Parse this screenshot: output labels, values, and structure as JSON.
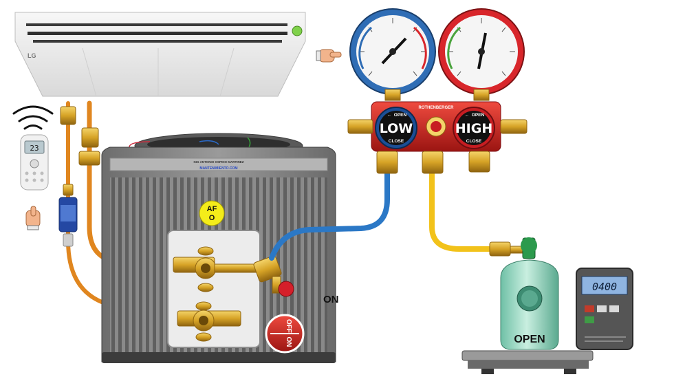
{
  "indoor_unit": {
    "brand": "LG"
  },
  "remote": {
    "display": "23"
  },
  "outdoor_unit": {
    "maker_line1": "ING ANTONIO OSPINO MARTINEZ",
    "maker_line2": "MANTENIMIENTO.COM"
  },
  "af_badge": {
    "line1": "AF",
    "line2": "O"
  },
  "manifold": {
    "brand": "ROTHENBERGER",
    "low": {
      "label": "LOW",
      "open": "OPEN",
      "close": "CLOSE"
    },
    "high": {
      "label": "HIGH",
      "open": "OPEN",
      "close": "CLOSE"
    }
  },
  "valve_state": {
    "on_label": "ON",
    "switch_off": "OFF",
    "switch_on": "ON"
  },
  "tank": {
    "label": "OPEN"
  },
  "scale": {
    "display": "0400"
  },
  "colors": {
    "low_gauge": "#2f6db5",
    "high_gauge": "#d8262b",
    "manifold_body": "#c8231f",
    "hose_blue": "#2b78c6",
    "hose_yellow": "#f2c21a",
    "copper_line": "#e0861f",
    "tank": "#9fd9c4",
    "brass": "#d6a326"
  }
}
